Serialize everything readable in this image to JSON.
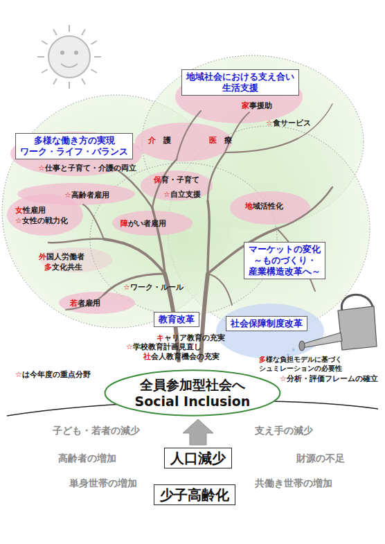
{
  "diagram": {
    "nodes": [
      {
        "text": [
          "地域社会における支え合い",
          "生活支援"
        ]
      },
      {
        "text": [
          "多様な働き方の実現",
          "ワーク・ライフ・バランス"
        ]
      },
      {
        "text": [
          "マーケットの変化",
          "～ものづくり・",
          "産業構造改革へ～"
        ]
      },
      {
        "text": [
          "教育改革"
        ]
      },
      {
        "text": [
          "社会保障制度改革"
        ]
      },
      {
        "text": [
          "全員参加型社会へ",
          "Social Inclusion"
        ]
      },
      {
        "text": [
          "人口減少"
        ]
      },
      {
        "text": [
          "少子高齢化"
        ]
      }
    ],
    "edges": [
      {
        "from": 6,
        "to": 5,
        "arrow": "to"
      }
    ],
    "labels": [
      "家事援助",
      "☆食サービス",
      "介　護",
      "医　療",
      "☆仕事と子育て・介護の両立",
      "☆高齢者雇用",
      "保育・子育て",
      "☆自立支援",
      "地域活性化",
      "女性雇用",
      "☆女性の戦力化",
      "障がい者雇用",
      "外国人労働者",
      "多文化共生",
      "☆ワーク・ルール",
      "若者雇用",
      "キャリア教育の充実",
      "☆学校教育計画見直し",
      "社会人教育機会の充実",
      "多様な負担モデルに基づく シュミレーションの必要性",
      "☆分析・評価フレームの確立",
      "☆は今年度の重点分野",
      "子ども・若者の減少",
      "支え手の減少",
      "高齢者の増加",
      "財源の不足",
      "単身世帯の増加",
      "共働き世帯の増加"
    ]
  }
}
